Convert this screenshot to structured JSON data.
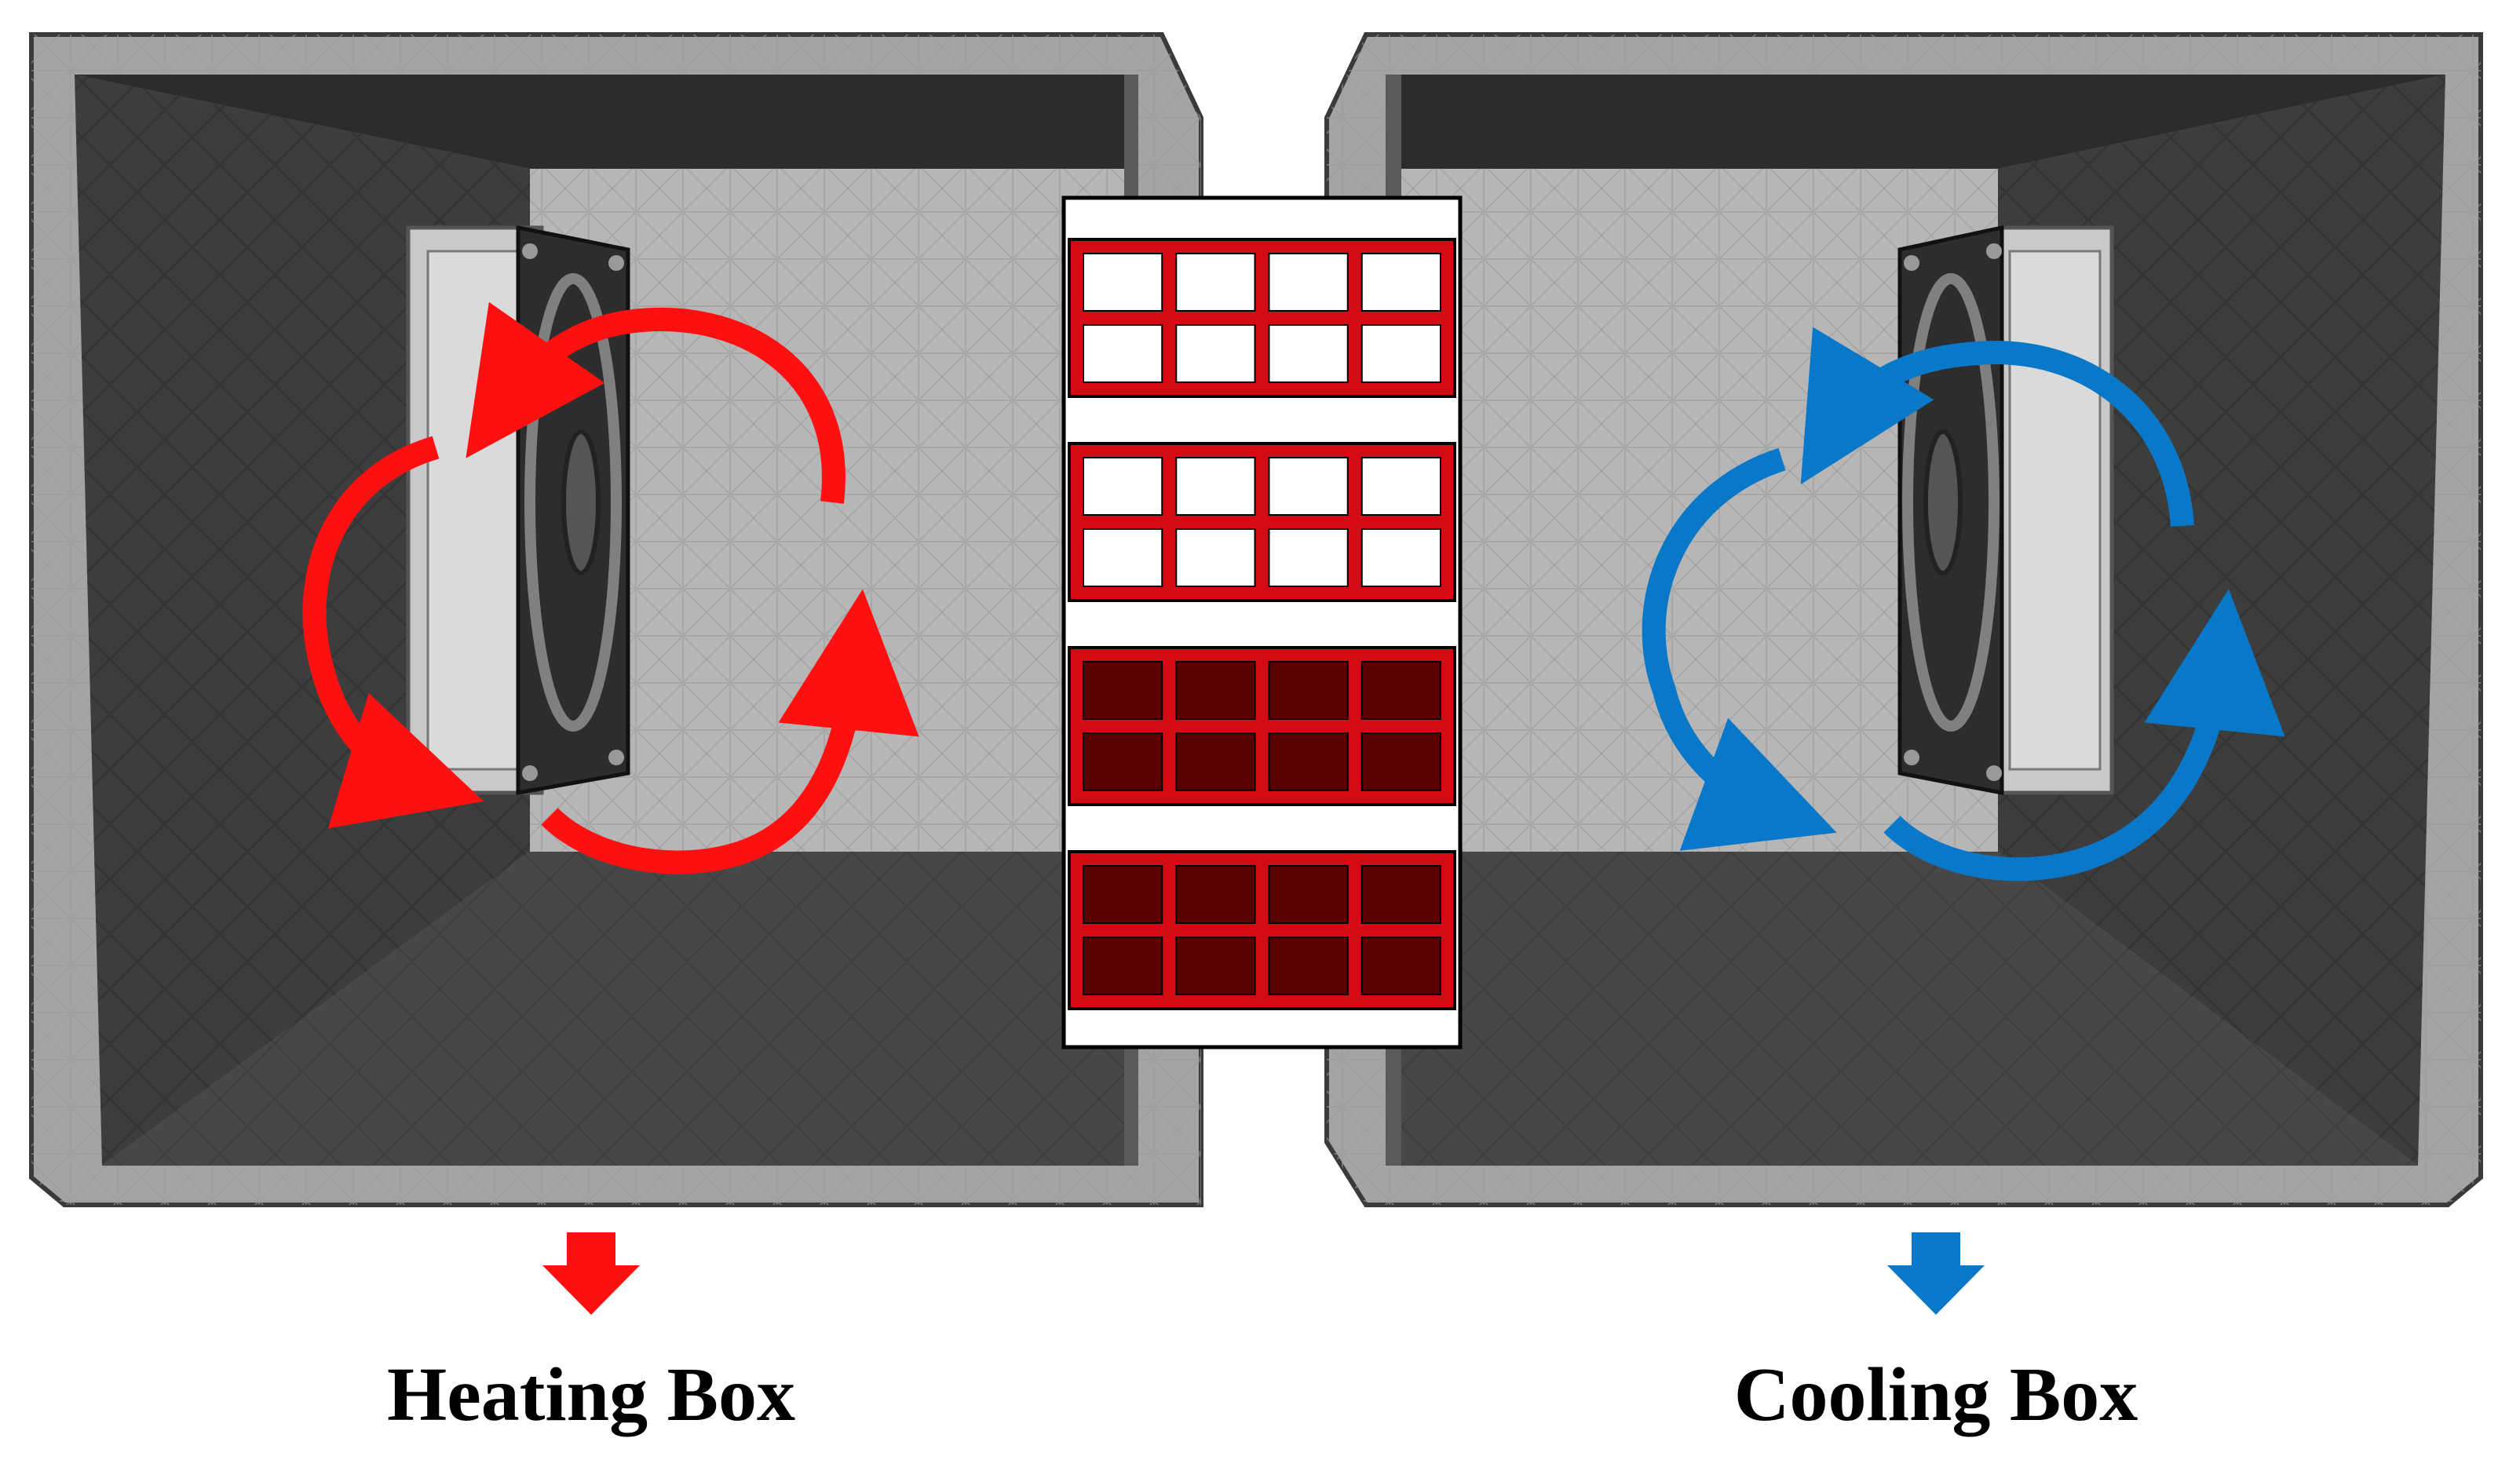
{
  "labels": {
    "heating": "Heating Box",
    "cooling": "Cooling Box"
  },
  "colors": {
    "heat": "#ff1010",
    "cool": "#0a78c8",
    "frame": "#a4a4a4",
    "frame_edge": "#4a4a4a",
    "wall_dark": "#3f3f3f",
    "wall_back": "#b6b6b6",
    "floor": "#484848",
    "fan_body": "#2e2e2e",
    "heatsink": "#c4c4c4",
    "block_red": "#d40b14",
    "block_dark": "#5a0000",
    "block_white": "#ffffff"
  },
  "icons": {
    "heating_arrow": "down-arrow-icon",
    "cooling_arrow": "down-arrow-icon",
    "heating_fan": "fan-icon",
    "cooling_fan": "fan-icon"
  },
  "sample": {
    "sections": 4,
    "rows_per_section": 2,
    "cols": 4,
    "white_sections": 2,
    "dark_sections": 2
  }
}
